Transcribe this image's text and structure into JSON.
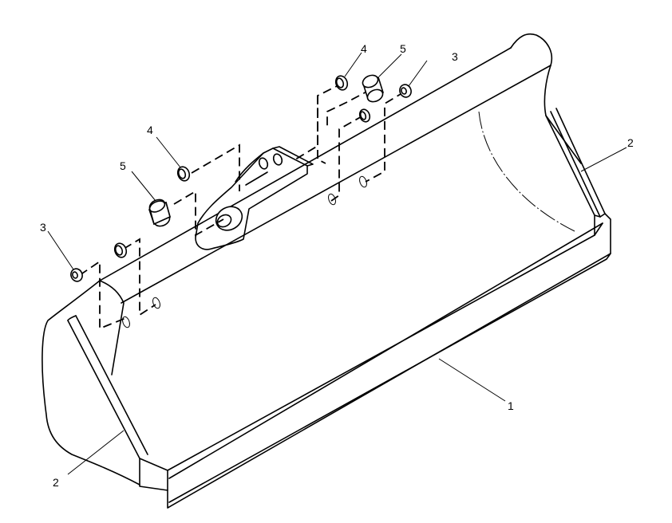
{
  "callouts": {
    "bucket": "1",
    "side_edge_right": "2",
    "side_edge_left": "2",
    "washer_left": "3",
    "washer_right": "3",
    "ring_left": "4",
    "ring_right": "4",
    "bushing_left": "5",
    "bushing_right": "5"
  }
}
